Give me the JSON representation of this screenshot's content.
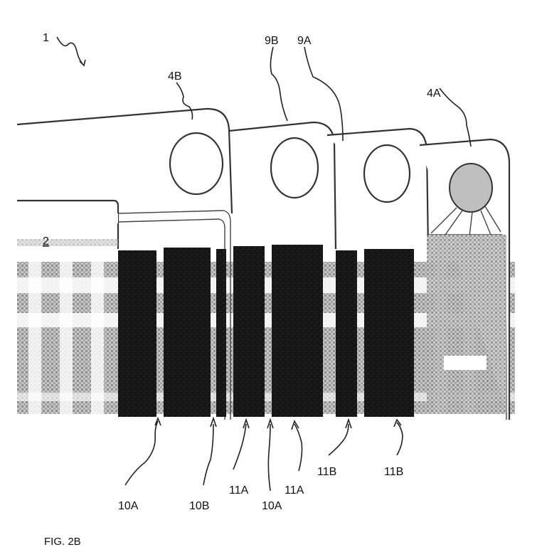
{
  "figure": {
    "caption": "FIG. 2B",
    "labels": {
      "ref_1": "1",
      "ref_2": "2",
      "ref_4B": "4B",
      "ref_9B": "9B",
      "ref_9A": "9A",
      "ref_4A": "4A",
      "ref_10A_left": "10A",
      "ref_10B": "10B",
      "ref_11A_left": "11A",
      "ref_10A_mid": "10A",
      "ref_11A_right": "11A",
      "ref_11B_left": "11B",
      "ref_11B_right": "11B"
    },
    "colors": {
      "ink": "#111111",
      "electrode_fill": "#1a1a1a",
      "hatch": "#9a9a9a",
      "background": "#ffffff"
    }
  }
}
